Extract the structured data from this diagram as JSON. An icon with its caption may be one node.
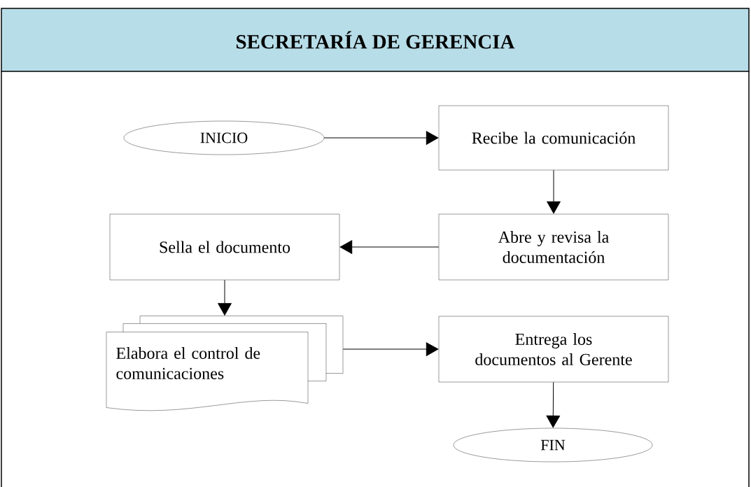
{
  "diagram": {
    "nodes": [
      {
        "text": [
          "SECRETARÍA DE GERENCIA"
        ]
      },
      {
        "text": [
          "INICIO"
        ]
      },
      {
        "text": [
          "Recibe la comunicación"
        ]
      },
      {
        "text": [
          "Abre y revisa la documentación"
        ]
      },
      {
        "text": [
          "Sella el documento"
        ]
      },
      {
        "text": [
          "Elabora el control de comunicaciones"
        ]
      },
      {
        "text": [
          "Entrega los documentos al Gerente"
        ]
      },
      {
        "text": [
          "FIN"
        ]
      }
    ],
    "edges": [
      {
        "from": 1,
        "to": 2,
        "arrow": "to"
      },
      {
        "from": 2,
        "to": 3,
        "arrow": "to"
      },
      {
        "from": 3,
        "to": 4,
        "arrow": "to"
      },
      {
        "from": 4,
        "to": 5,
        "arrow": "to"
      },
      {
        "from": 5,
        "to": 6,
        "arrow": "to"
      },
      {
        "from": 6,
        "to": 7,
        "arrow": "to"
      }
    ]
  }
}
